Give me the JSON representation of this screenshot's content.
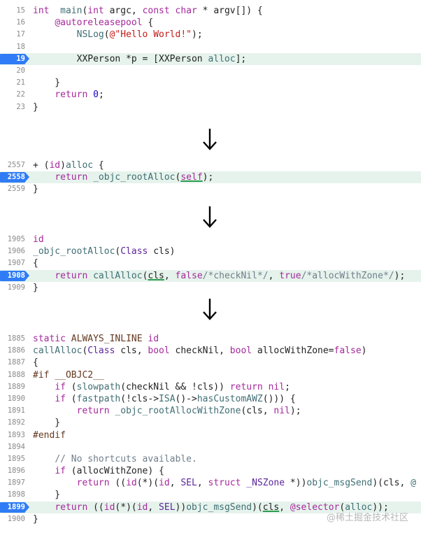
{
  "snippet_main": {
    "lines": [
      {
        "n": "15",
        "hl": false,
        "tokens": [
          [
            "kw",
            "int"
          ],
          [
            "",
            "  "
          ],
          [
            "fn",
            "main"
          ],
          [
            "",
            "("
          ],
          [
            "kw",
            "int"
          ],
          [
            "",
            " argc, "
          ],
          [
            "kw",
            "const"
          ],
          [
            "",
            ""
          ],
          [
            "kw",
            " char"
          ],
          [
            "",
            " * argv[]) {"
          ]
        ]
      },
      {
        "n": "16",
        "hl": false,
        "tokens": [
          [
            "",
            "    "
          ],
          [
            "kw",
            "@autoreleasepool"
          ],
          [
            "",
            " {"
          ]
        ]
      },
      {
        "n": "17",
        "hl": false,
        "tokens": [
          [
            "",
            "        "
          ],
          [
            "fn",
            "NSLog"
          ],
          [
            "",
            "("
          ],
          [
            "str",
            "@\"Hello World!\""
          ],
          [
            "",
            ");"
          ]
        ]
      },
      {
        "n": "18",
        "hl": false,
        "tokens": []
      },
      {
        "n": "19",
        "hl": true,
        "tokens": [
          [
            "",
            "        XXPerson *p = [XXPerson "
          ],
          [
            "fn",
            "alloc"
          ],
          [
            "",
            "];"
          ]
        ]
      },
      {
        "n": "20",
        "hl": false,
        "tokens": []
      },
      {
        "n": "21",
        "hl": false,
        "tokens": [
          [
            "",
            "    }"
          ]
        ]
      },
      {
        "n": "22",
        "hl": false,
        "tokens": [
          [
            "",
            "    "
          ],
          [
            "kw",
            "return"
          ],
          [
            "",
            " "
          ],
          [
            "num",
            "0"
          ],
          [
            "",
            ";"
          ]
        ]
      },
      {
        "n": "23",
        "hl": false,
        "tokens": [
          [
            "",
            "}"
          ]
        ]
      }
    ]
  },
  "snippet_alloc": {
    "lines": [
      {
        "n": "2557",
        "hl": false,
        "tokens": [
          [
            "",
            "+ ("
          ],
          [
            "kw",
            "id"
          ],
          [
            "",
            ")"
          ],
          [
            "fn",
            "alloc"
          ],
          [
            "",
            " {"
          ]
        ]
      },
      {
        "n": "2558",
        "hl": true,
        "tokens": [
          [
            "",
            "    "
          ],
          [
            "kw",
            "return"
          ],
          [
            "",
            " "
          ],
          [
            "fn",
            "_objc_rootAlloc"
          ],
          [
            "",
            "("
          ],
          [
            "kw ul",
            "self"
          ],
          [
            "",
            ");"
          ]
        ]
      },
      {
        "n": "2559",
        "hl": false,
        "tokens": [
          [
            "",
            "}"
          ]
        ]
      }
    ]
  },
  "snippet_root_alloc": {
    "lines": [
      {
        "n": "1905",
        "hl": false,
        "tokens": [
          [
            "kw",
            "id"
          ]
        ]
      },
      {
        "n": "1906",
        "hl": false,
        "tokens": [
          [
            "fn",
            "_objc_rootAlloc"
          ],
          [
            "",
            "("
          ],
          [
            "ty",
            "Class"
          ],
          [
            "",
            " cls)"
          ]
        ]
      },
      {
        "n": "1907",
        "hl": false,
        "tokens": [
          [
            "",
            "{"
          ]
        ]
      },
      {
        "n": "1908",
        "hl": true,
        "tokens": [
          [
            "",
            "    "
          ],
          [
            "kw",
            "return"
          ],
          [
            "",
            " "
          ],
          [
            "fn",
            "callAlloc"
          ],
          [
            "",
            "("
          ],
          [
            "ul",
            "cls"
          ],
          [
            "",
            ", "
          ],
          [
            "kw",
            "false"
          ],
          [
            "cmt",
            "/*checkNil*/"
          ],
          [
            "",
            ", "
          ],
          [
            "kw",
            "true"
          ],
          [
            "cmt",
            "/*allocWithZone*/"
          ],
          [
            "",
            ");"
          ]
        ]
      },
      {
        "n": "1909",
        "hl": false,
        "tokens": [
          [
            "",
            "}"
          ]
        ]
      }
    ]
  },
  "snippet_call_alloc": {
    "lines": [
      {
        "n": "1885",
        "hl": false,
        "tokens": [
          [
            "kw",
            "static"
          ],
          [
            "",
            " "
          ],
          [
            "mac",
            "ALWAYS_INLINE"
          ],
          [
            "",
            " "
          ],
          [
            "kw",
            "id"
          ]
        ]
      },
      {
        "n": "1886",
        "hl": false,
        "tokens": [
          [
            "fn",
            "callAlloc"
          ],
          [
            "",
            "("
          ],
          [
            "ty",
            "Class"
          ],
          [
            "",
            " cls, "
          ],
          [
            "kw",
            "bool"
          ],
          [
            "",
            " checkNil, "
          ],
          [
            "kw",
            "bool"
          ],
          [
            "",
            " allocWithZone="
          ],
          [
            "kw",
            "false"
          ],
          [
            "",
            ")"
          ]
        ]
      },
      {
        "n": "1887",
        "hl": false,
        "tokens": [
          [
            "",
            "{"
          ]
        ]
      },
      {
        "n": "1888",
        "hl": false,
        "tokens": [
          [
            "mac",
            "#if "
          ],
          [
            "mac",
            "__OBJC2__"
          ]
        ]
      },
      {
        "n": "1889",
        "hl": false,
        "tokens": [
          [
            "",
            "    "
          ],
          [
            "kw",
            "if"
          ],
          [
            "",
            " ("
          ],
          [
            "fn",
            "slowpath"
          ],
          [
            "",
            "(checkNil && !cls)) "
          ],
          [
            "kw",
            "return"
          ],
          [
            "",
            " "
          ],
          [
            "kw",
            "nil"
          ],
          [
            "",
            ";"
          ]
        ]
      },
      {
        "n": "1890",
        "hl": false,
        "tokens": [
          [
            "",
            "    "
          ],
          [
            "kw",
            "if"
          ],
          [
            "",
            " ("
          ],
          [
            "fn",
            "fastpath"
          ],
          [
            "",
            "(!cls->"
          ],
          [
            "fn",
            "ISA"
          ],
          [
            "",
            "()->"
          ],
          [
            "fn",
            "hasCustomAWZ"
          ],
          [
            "",
            "())) {"
          ]
        ]
      },
      {
        "n": "1891",
        "hl": false,
        "tokens": [
          [
            "",
            "        "
          ],
          [
            "kw",
            "return"
          ],
          [
            "",
            " "
          ],
          [
            "fn",
            "_objc_rootAllocWithZone"
          ],
          [
            "",
            "(cls, "
          ],
          [
            "kw",
            "nil"
          ],
          [
            "",
            ");"
          ]
        ]
      },
      {
        "n": "1892",
        "hl": false,
        "tokens": [
          [
            "",
            "    }"
          ]
        ]
      },
      {
        "n": "1893",
        "hl": false,
        "tokens": [
          [
            "mac",
            "#endif"
          ]
        ]
      },
      {
        "n": "1894",
        "hl": false,
        "tokens": []
      },
      {
        "n": "1895",
        "hl": false,
        "tokens": [
          [
            "",
            "    "
          ],
          [
            "cmt",
            "// No shortcuts available."
          ]
        ]
      },
      {
        "n": "1896",
        "hl": false,
        "tokens": [
          [
            "",
            "    "
          ],
          [
            "kw",
            "if"
          ],
          [
            "",
            " (allocWithZone) {"
          ]
        ]
      },
      {
        "n": "1897",
        "hl": false,
        "tokens": [
          [
            "",
            "        "
          ],
          [
            "kw",
            "return"
          ],
          [
            "",
            " (("
          ],
          [
            "kw",
            "id"
          ],
          [
            "",
            "(*)("
          ],
          [
            "kw",
            "id"
          ],
          [
            "",
            ", "
          ],
          [
            "ty",
            "SEL"
          ],
          [
            "",
            ", "
          ],
          [
            "kw",
            "struct"
          ],
          [
            "",
            " "
          ],
          [
            "ty",
            "_NSZone"
          ],
          [
            "",
            " *))"
          ],
          [
            "fn",
            "objc_msgSend"
          ],
          [
            "",
            ")(cls, "
          ],
          [
            "fn",
            "@"
          ]
        ]
      },
      {
        "n": "1898",
        "hl": false,
        "tokens": [
          [
            "",
            "    }"
          ]
        ]
      },
      {
        "n": "1899",
        "hl": true,
        "tokens": [
          [
            "",
            "    "
          ],
          [
            "kw",
            "return"
          ],
          [
            "",
            " (("
          ],
          [
            "kw",
            "id"
          ],
          [
            "",
            "(*)("
          ],
          [
            "kw",
            "id"
          ],
          [
            "",
            ", "
          ],
          [
            "ty",
            "SEL"
          ],
          [
            "",
            "))"
          ],
          [
            "fn",
            "objc_msgSend"
          ],
          [
            "",
            ")("
          ],
          [
            "ul",
            "cls"
          ],
          [
            "",
            ", "
          ],
          [
            "kw",
            "@selector"
          ],
          [
            "",
            "("
          ],
          [
            "fn",
            "alloc"
          ],
          [
            "",
            "));"
          ]
        ]
      },
      {
        "n": "1900",
        "hl": false,
        "tokens": [
          [
            "",
            "}"
          ]
        ]
      }
    ]
  },
  "arrows": [
    "down-arrow-1",
    "down-arrow-2",
    "down-arrow-3"
  ],
  "watermark": "@稀土掘金技术社区",
  "colors": {
    "highlight_bg": "#e6f3ec",
    "breakpoint": "#2f7cf6",
    "keyword": "#a6289c"
  }
}
